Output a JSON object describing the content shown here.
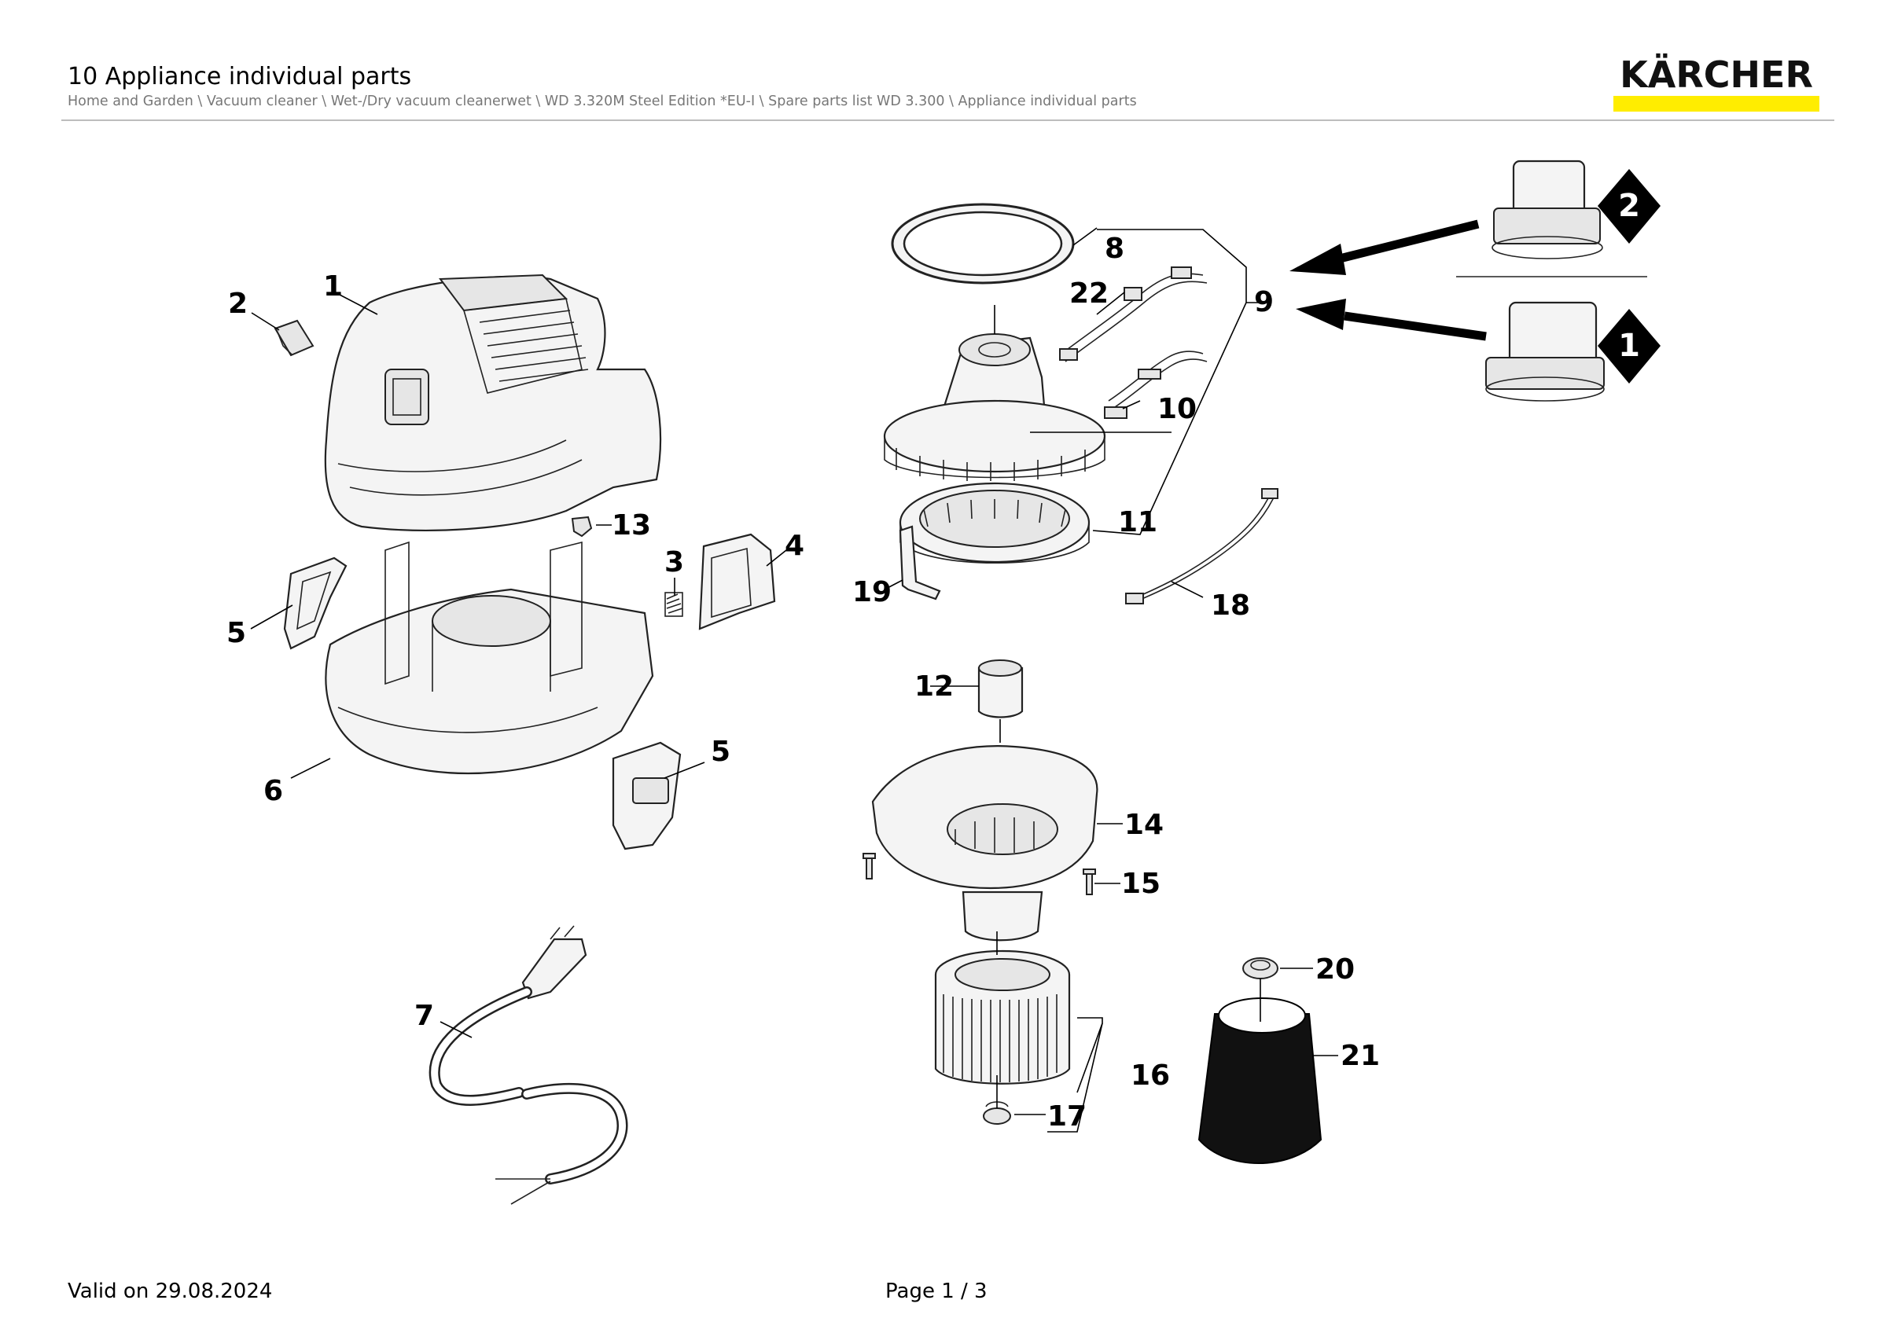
{
  "header": {
    "title": "10 Appliance individual parts",
    "breadcrumb": "Home and Garden \\ Vacuum cleaner \\ Wet-/Dry vacuum cleanerwet \\ WD 3.320M Steel Edition *EU-I \\ Spare parts list WD 3.300 \\ Appliance individual parts",
    "logo_text": "KÄRCHER",
    "logo_accent_color": "#ffed00"
  },
  "diagram": {
    "labels": {
      "p1": "1",
      "p2": "2",
      "p3": "3",
      "p4": "4",
      "p5a": "5",
      "p5b": "5",
      "p6": "6",
      "p7": "7",
      "p8": "8",
      "p9": "9",
      "p10": "10",
      "p11": "11",
      "p12": "12",
      "p13": "13",
      "p14": "14",
      "p15": "15",
      "p16": "16",
      "p17": "17",
      "p18": "18",
      "p19": "19",
      "p20": "20",
      "p21": "21",
      "p22": "22"
    },
    "variant_markers": {
      "top": "2",
      "bottom": "1"
    }
  },
  "footer": {
    "valid_on": "Valid on 29.08.2024",
    "page": "Page 1 / 3"
  }
}
